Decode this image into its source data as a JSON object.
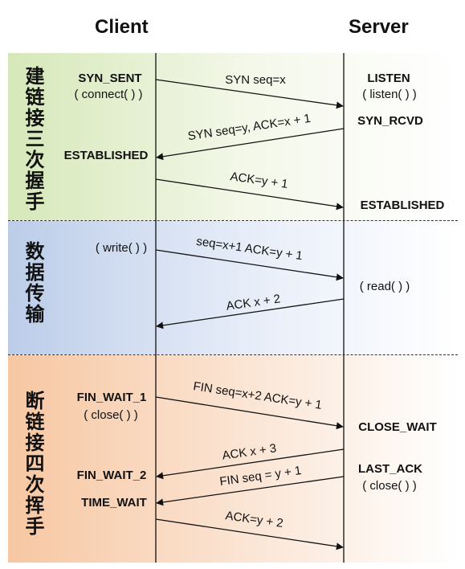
{
  "headers": {
    "client": "Client",
    "server": "Server"
  },
  "phases": {
    "handshake": "建链接三次握手",
    "transfer": "数据传输",
    "teardown": "断链接四次挥手"
  },
  "client_states": {
    "syn_sent": "SYN_SENT",
    "connect": "( connect( ) )",
    "established": "ESTABLISHED",
    "write": "( write( ) )",
    "fin_wait_1": "FIN_WAIT_1",
    "close": "( close( ) )",
    "fin_wait_2": "FIN_WAIT_2",
    "time_wait": "TIME_WAIT"
  },
  "server_states": {
    "listen": "LISTEN",
    "listen_call": "( listen( ) )",
    "syn_rcvd": "SYN_RCVD",
    "established": "ESTABLISHED",
    "read": "( read( ) )",
    "close_wait": "CLOSE_WAIT",
    "last_ack": "LAST_ACK",
    "close": "( close( ) )"
  },
  "messages": {
    "m1": "SYN seq=x",
    "m2": "SYN seq=y, ACK=x + 1",
    "m3": "ACK=y + 1",
    "m4": "seq=x+1 ACK=y + 1",
    "m5": "ACK x + 2",
    "m6": "FIN seq=x+2 ACK=y + 1",
    "m7": "ACK x + 3",
    "m8": "FIN seq = y + 1",
    "m9": "ACK=y + 2"
  }
}
